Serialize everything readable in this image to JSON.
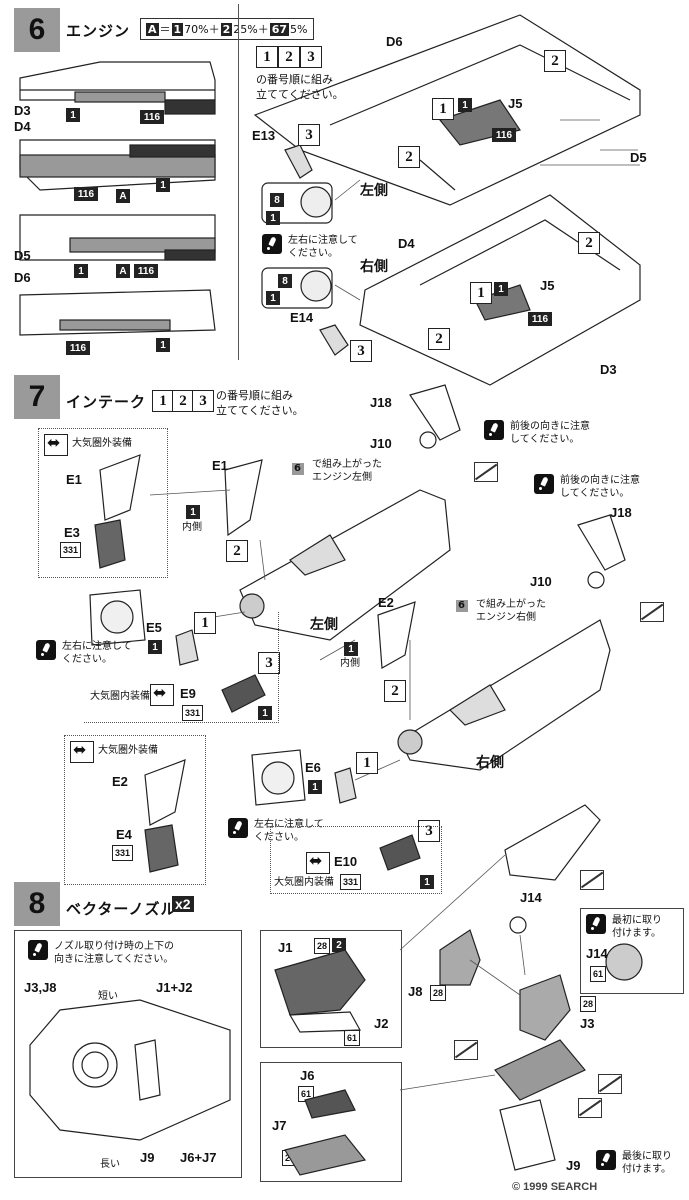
{
  "step6": {
    "num": "6",
    "title": "エンジン",
    "color_formula": {
      "a": "A",
      "eq": "＝",
      "c1": "1",
      "p1": "70%＋",
      "c2": "2",
      "p2": "25%＋",
      "c3": "67",
      "p3": "5%"
    },
    "order_nums": [
      "1",
      "2",
      "3"
    ],
    "order_text1": "の番号順に組み",
    "order_text2": "立ててください。",
    "labels": {
      "d3": "D3",
      "d4": "D4",
      "d5": "D5",
      "d6": "D6",
      "d6b": "D6",
      "d4b": "D4",
      "d5b": "D5",
      "d3b": "D3",
      "j5a": "J5",
      "j5b": "J5",
      "e13": "E13",
      "e14": "E14"
    },
    "left_side": "左側",
    "right_side": "右側",
    "caution": "左右に注意して\nください。",
    "chips": {
      "c1": "1",
      "c116": "116",
      "a": "A",
      "c8": "8",
      "c2": "2",
      "c3": "3"
    }
  },
  "step7": {
    "num": "7",
    "title": "インテーク",
    "order_nums": [
      "1",
      "2",
      "3"
    ],
    "order_text1": "の番号順に組み",
    "order_text2": "立ててください。",
    "outside_equip": "大気圏外装備",
    "inside_equip": "大気圏内装備",
    "inner": "内側",
    "built_left": "で組み上がった\nエンジン左側",
    "built_right": "で組み上がった\nエンジン右側",
    "front_back": "前後の向きに注意\nしてください。",
    "caution": "左右に注意して\nください。",
    "left_side": "左側",
    "right_side": "右側",
    "labels": {
      "e1a": "E1",
      "e1b": "E1",
      "e3": "E3",
      "e5": "E5",
      "e9": "E9",
      "e2a": "E2",
      "e2b": "E2",
      "e4": "E4",
      "e6": "E6",
      "e10": "E10",
      "j18a": "J18",
      "j10a": "J10",
      "j18b": "J18",
      "j10b": "J10"
    },
    "chips": {
      "c331": "331",
      "c1": "1",
      "c6": "6"
    }
  },
  "step8": {
    "num": "8",
    "title": "ベクターノズル",
    "times": "x2",
    "nozzle_note": "ノズル取り付け時の上下の\n向きに注意してください。",
    "short": "短い",
    "long": "長い",
    "first_attach": "最初に取り\n付けます。",
    "last_attach": "最後に取り\n付けます。",
    "labels": {
      "j3j8": "J3,J8",
      "j1j2": "J1+J2",
      "j9a": "J9",
      "j6j7": "J6+J7",
      "j1": "J1",
      "j2": "J2",
      "j6": "J6",
      "j7": "J7",
      "j14a": "J14",
      "j14b": "J14",
      "j8": "J8",
      "j3": "J3",
      "j9b": "J9"
    },
    "chips": {
      "c28": "28",
      "c2": "2",
      "c61": "61"
    }
  },
  "watermark": "© 1999 SEARCH"
}
